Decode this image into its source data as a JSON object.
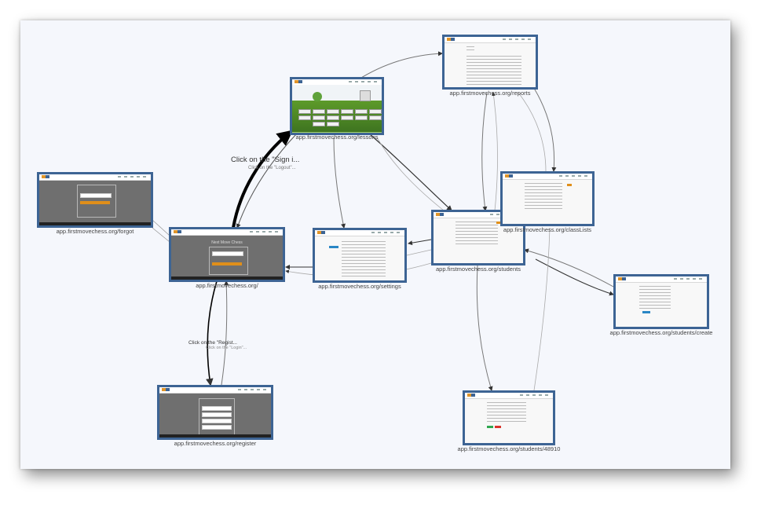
{
  "nodes": {
    "lessons": {
      "url": "app.firstmovechess.org/lessons"
    },
    "reports": {
      "url": "app.firstmovechess.org/reports"
    },
    "forgot": {
      "url": "app.firstmovechess.org/forgot"
    },
    "root": {
      "url": "app.firstmovechess.org/",
      "title": "Next Move Chess"
    },
    "settings": {
      "url": "app.firstmovechess.org/settings"
    },
    "students": {
      "url": "app.firstmovechess.org/students"
    },
    "classlists": {
      "url": "app.firstmovechess.org/classLists"
    },
    "students_create": {
      "url": "app.firstmovechess.org/students/create"
    },
    "register": {
      "url": "app.firstmovechess.org/register"
    },
    "student_detail": {
      "url": "app.firstmovechess.org/students/48910"
    }
  },
  "edges": {
    "signin_label": "Click on the \"Sign i...",
    "logout_label": "Click on the \"Logout\"...",
    "root_register_label": "Click on the \"Regist...",
    "register_root_label": "Click on the \"Login\"..."
  },
  "colors": {
    "node_border": "#3d6494",
    "canvas_bg": "#f5f7fc",
    "accent_orange": "#e08f1a",
    "edge_heavy": "#000000",
    "edge_light": "#8a8a8a"
  }
}
